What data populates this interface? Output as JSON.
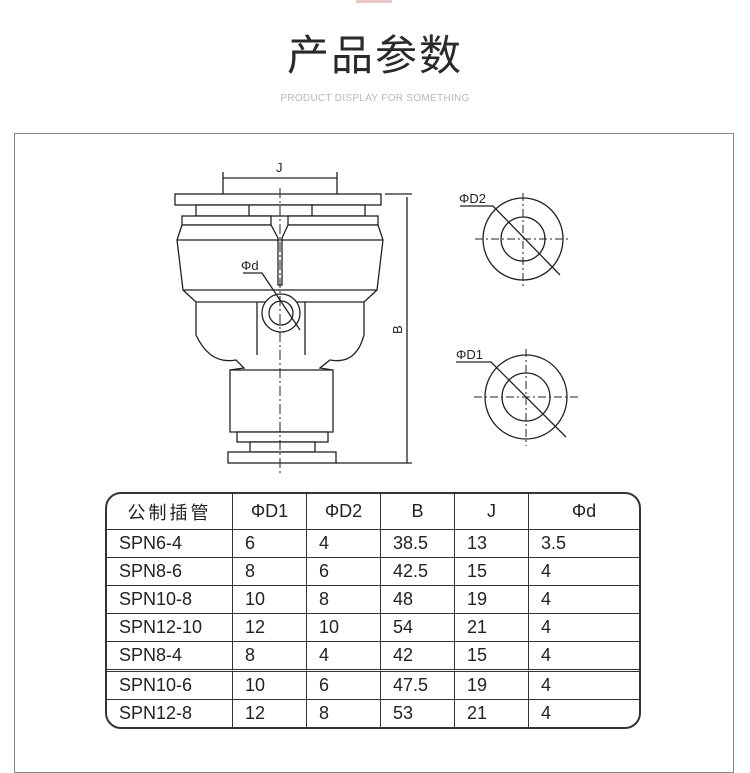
{
  "header": {
    "title": "产品参数",
    "subtitle": "PRODUCT DISPLAY FOR SOMETHING"
  },
  "drawing": {
    "label_j": "J",
    "label_b": "B",
    "label_d": "Φd",
    "label_d1": "ΦD1",
    "label_d2": "ΦD2"
  },
  "table": {
    "headers": [
      "公制插管",
      "ΦD1",
      "ΦD2",
      "B",
      "J",
      "Φd"
    ],
    "rows": [
      [
        "SPN6-4",
        "6",
        "4",
        "38.5",
        "13",
        "3.5"
      ],
      [
        "SPN8-6",
        "8",
        "6",
        "42.5",
        "15",
        "4"
      ],
      [
        "SPN10-8",
        "10",
        "8",
        "48",
        "19",
        "4"
      ],
      [
        "SPN12-10",
        "12",
        "10",
        "54",
        "21",
        "4"
      ],
      [
        "SPN8-4",
        "8",
        "4",
        "42",
        "15",
        "4"
      ],
      [
        "SPN10-6",
        "10",
        "6",
        "47.5",
        "19",
        "4"
      ],
      [
        "SPN12-8",
        "12",
        "8",
        "53",
        "21",
        "4"
      ]
    ]
  }
}
